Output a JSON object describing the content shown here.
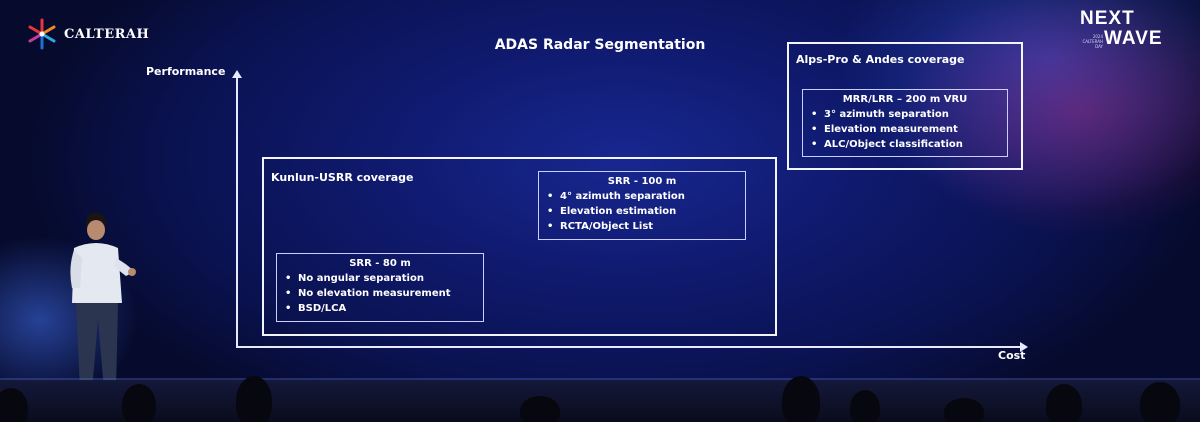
{
  "brand": {
    "logo_text": "CALTERAH",
    "event_top": "NEXT",
    "event_bottom": "WAVE",
    "event_sub": "2024 CALTERAH DAY"
  },
  "slide": {
    "title": "ADAS Radar Segmentation",
    "y_axis_label": "Performance",
    "x_axis_label": "Cost"
  },
  "coverage": [
    {
      "title": "Kunlun-USRR coverage",
      "specs": [
        {
          "head": "SRR - 80 m",
          "bullets": [
            "No angular separation",
            "No elevation measurement",
            "BSD/LCA"
          ]
        },
        {
          "head": "SRR - 100 m",
          "bullets": [
            "4° azimuth separation",
            "Elevation estimation",
            "RCTA/Object List"
          ]
        }
      ]
    },
    {
      "title": "Alps-Pro & Andes coverage",
      "specs": [
        {
          "head": "MRR/LRR – 200 m VRU",
          "bullets": [
            "3° azimuth separation",
            "Elevation measurement",
            "ALC/Object classification"
          ]
        }
      ]
    }
  ],
  "colors": {
    "background": "#0f1a6e",
    "lines": "#f2f4ff",
    "text": "#ffffff"
  }
}
